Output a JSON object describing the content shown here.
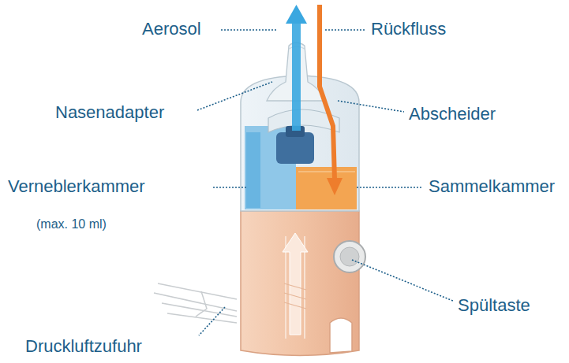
{
  "diagram": {
    "labels": [
      "Aerosol",
      "Rückfluss",
      "Nasenadapter",
      "Abscheider",
      "Verneblerkammer",
      "(max. 10 ml)",
      "Sammelkammer",
      "Spültaste",
      "Druckluftzufuhr"
    ]
  }
}
